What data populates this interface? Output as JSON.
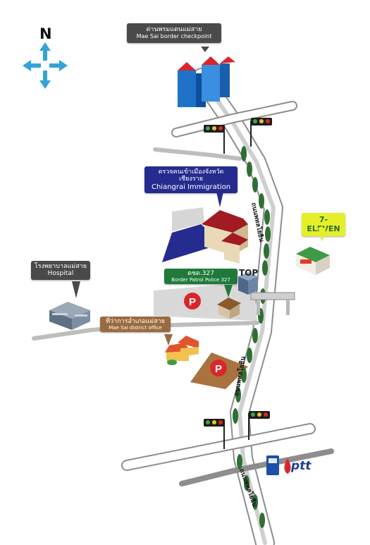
{
  "compass": {
    "north_label": "N",
    "icon": "compass-arrows-icon"
  },
  "places": {
    "border_checkpoint": {
      "th": "ด่านพรมแดนแม่สาย",
      "en": "Mae Sai border checkpoint"
    },
    "immigration": {
      "th": "ตรวจคนเข้าเมืองจังหวัดเชียงราย",
      "en": "Chiangrai Immigration"
    },
    "seven_eleven": {
      "en": "7-ELEVEN"
    },
    "hospital": {
      "th": "โรงพยาบาลแม่สาย",
      "en": "Hospital"
    },
    "border_patrol": {
      "th": "ตชด.327",
      "en": "Border Patrol Police 327"
    },
    "district_office": {
      "th": "ที่ว่าการอำเภอแม่สาย",
      "en": "Mae Sai district office"
    },
    "tops": {
      "en": "TOP"
    },
    "ptt": {
      "en": "ptt"
    }
  },
  "roads": {
    "main_road": "ถนนพหลโยธิน"
  },
  "icons": [
    "traffic-light-icon",
    "parking-icon",
    "tree-icon",
    "fuel-pump-icon",
    "building-icon"
  ],
  "colors": {
    "road": "#c9c9c9",
    "road_edge": "#8d8d8d",
    "tree": "#2f6f34",
    "parking": "#d9262a",
    "parking_area": "#a9733f",
    "immigration_area": "#262b8f"
  }
}
